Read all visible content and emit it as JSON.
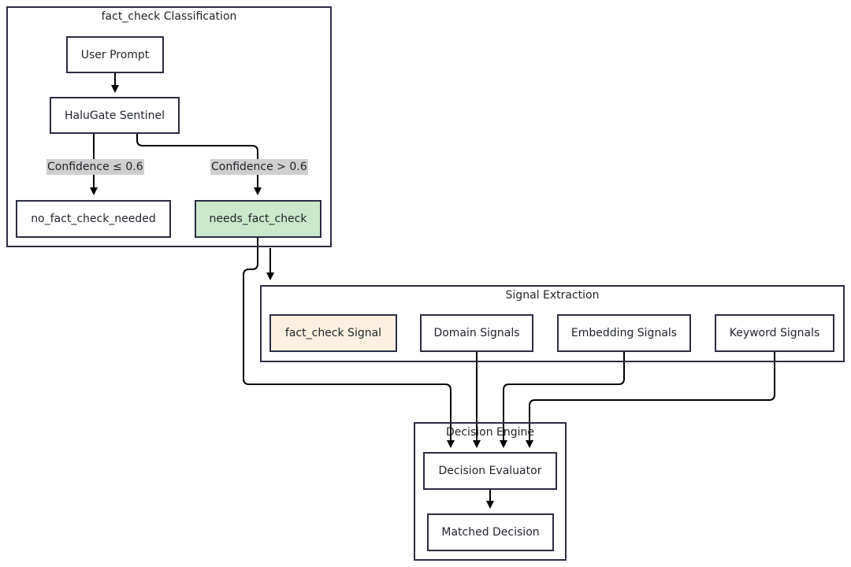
{
  "clusters": {
    "classification": "fact_check Classification",
    "signal_extraction": "Signal Extraction",
    "decision_engine": "Decision Engine"
  },
  "nodes": {
    "user_prompt": "User Prompt",
    "halugate_sentinel": "HaluGate Sentinel",
    "no_fact_check_needed": "no_fact_check_needed",
    "needs_fact_check": "needs_fact_check",
    "fact_check_signal": "fact_check Signal",
    "domain_signals": "Domain Signals",
    "embedding_signals": "Embedding Signals",
    "keyword_signals": "Keyword Signals",
    "decision_evaluator": "Decision Evaluator",
    "matched_decision": "Matched Decision"
  },
  "edge_labels": {
    "low_confidence": "Confidence ≤ 0.6",
    "high_confidence": "Confidence > 0.6"
  },
  "colors": {
    "needs_fact_check_fill": "#cbe7cc",
    "fact_check_signal_fill": "#fcf1e1",
    "edge_label_bg": "#cfcfcf",
    "stroke": "#2b2d42"
  }
}
